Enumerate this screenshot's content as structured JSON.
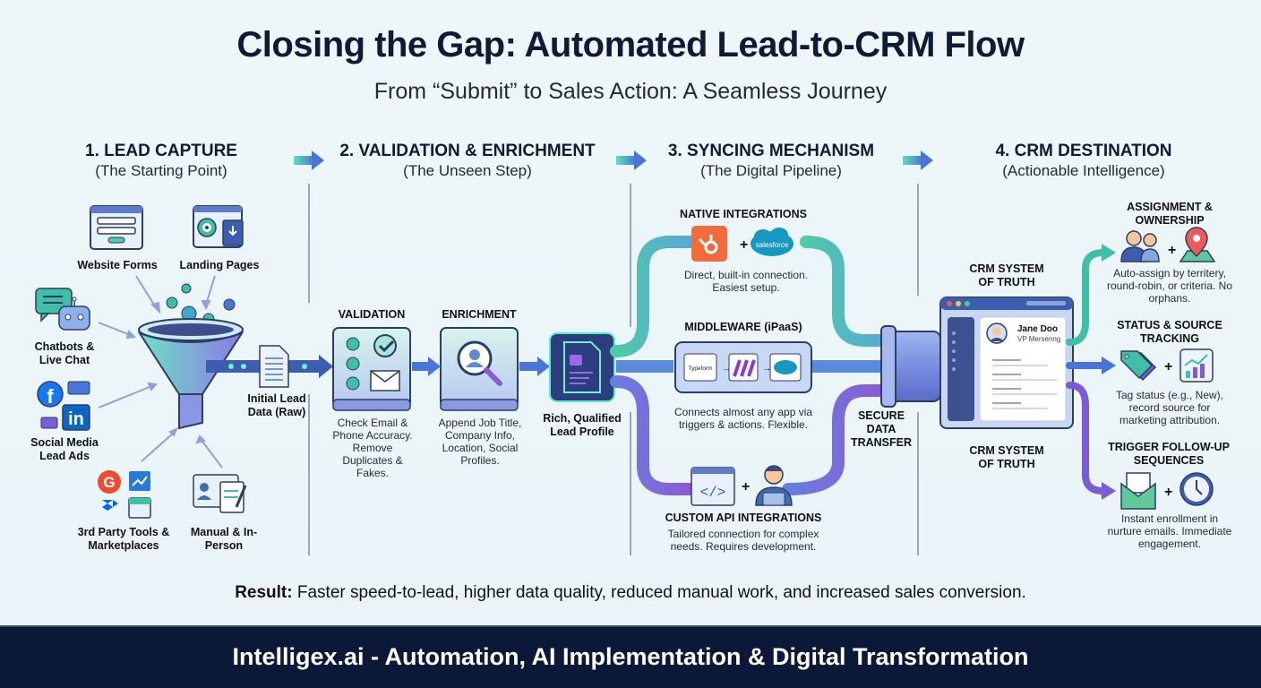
{
  "header": {
    "title": "Closing the Gap: Automated Lead-to-CRM Flow",
    "subtitle": "From “Submit” to Sales Action: A Seamless Journey"
  },
  "stages": [
    {
      "number_title": "1. LEAD CAPTURE",
      "subtitle": "(The Starting Point)"
    },
    {
      "number_title": "2. VALIDATION & ENRICHMENT",
      "subtitle": "(The Unseen Step)"
    },
    {
      "number_title": "3. SYNCING MECHANISM",
      "subtitle": "(The Digital Pipeline)"
    },
    {
      "number_title": "4. CRM DESTINATION",
      "subtitle": "(Actionable Intelligence)"
    }
  ],
  "lead_capture": {
    "sources": [
      {
        "label": "Website Forms",
        "icon": "web-form-icon"
      },
      {
        "label": "Landing Pages",
        "icon": "landing-page-icon"
      },
      {
        "label": "Chatbots & Live Chat",
        "icon": "chatbot-icon"
      },
      {
        "label": "Social Media Lead Ads",
        "icon": "social-media-icon"
      },
      {
        "label": "3rd Party Tools & Marketplaces",
        "icon": "third-party-icon"
      },
      {
        "label": "Manual & In-Person",
        "icon": "manual-entry-icon"
      }
    ],
    "funnel_icon": "funnel-icon",
    "output_label": "Initial Lead Data (Raw)"
  },
  "validation_enrichment": {
    "validation": {
      "title": "VALIDATION",
      "description": "Check Email & Phone Accuracy. Remove Duplicates & Fakes."
    },
    "enrichment": {
      "title": "ENRICHMENT",
      "description": "Append Job Title, Company Info, Location, Social Profiles."
    },
    "output_label": "Rich, Qualified Lead Profile"
  },
  "syncing": {
    "native": {
      "title": "NATIVE INTEGRATIONS",
      "description": "Direct, built-in connection. Easiest setup.",
      "logos": [
        "HubSpot",
        "salesforce"
      ]
    },
    "middleware": {
      "title": "MIDDLEWARE (iPaaS)",
      "description": "Connects almost any app via triggers & actions. Flexible.",
      "apps": [
        "Typeform",
        "Make",
        "salesforce"
      ]
    },
    "custom_api": {
      "title": "CUSTOM API INTEGRATIONS",
      "description": "Tailored connection for complex needs. Requires development."
    },
    "transfer_label": "SECURE DATA TRANSFER"
  },
  "crm": {
    "label_top": "CRM SYSTEM OF TRUTH",
    "label_bottom": "CRM SYSTEM OF TRUTH",
    "contact_name": "Jane Doo",
    "contact_title": "VP Mersenng",
    "outcomes": [
      {
        "title": "ASSIGNMENT & OWNERSHIP",
        "description": "Auto-assign by territery, round-robin, or criteria. No orphans."
      },
      {
        "title": "STATUS & SOURCE TRACKING",
        "description": "Tag status (e.g., New), record source for marketing attribution."
      },
      {
        "title": "TRIGGER FOLLOW-UP SEQUENCES",
        "description": "Instant enrollment in nurture emails. Immediate engagement."
      }
    ]
  },
  "result": {
    "label": "Result:",
    "text": " Faster speed-to-lead, higher data quality, reduced manual work, and increased sales conversion."
  },
  "footer": {
    "text": "Intelligex.ai - Automation, AI Implementation & Digital Transformation"
  },
  "colors": {
    "navy": "#0b1838",
    "teal": "#3fbfa6",
    "blue": "#4a74d6",
    "purple": "#7b5bd6",
    "hubspot": "#f26b3a",
    "salesforce": "#1798c1"
  }
}
